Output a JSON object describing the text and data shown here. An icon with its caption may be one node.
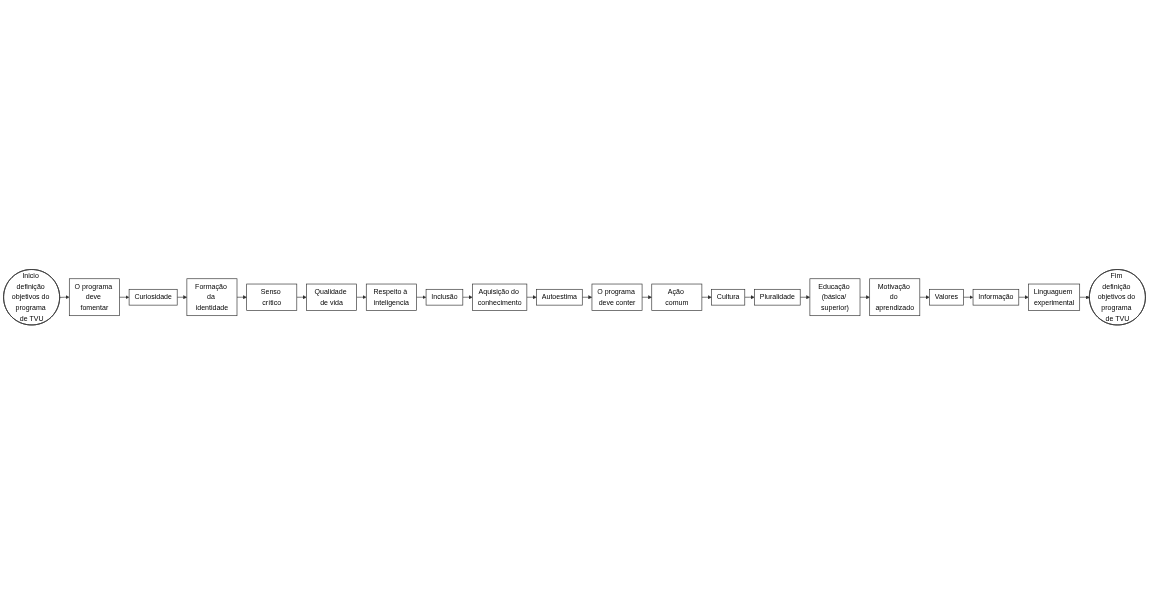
{
  "diagram": {
    "nodes": [
      {
        "text": [
          "Inicio definição objetivos do programa de TVU"
        ]
      },
      {
        "text": [
          "O programa deve fomentar"
        ]
      },
      {
        "text": [
          "Curiosidade"
        ]
      },
      {
        "text": [
          "Formação da identidade"
        ]
      },
      {
        "text": [
          "Senso crítico"
        ]
      },
      {
        "text": [
          "Qualidade de vida"
        ]
      },
      {
        "text": [
          "Respeito à inteligencia"
        ]
      },
      {
        "text": [
          "Inclusão"
        ]
      },
      {
        "text": [
          "Aquisição do conhecimento"
        ]
      },
      {
        "text": [
          "Autoestima"
        ]
      },
      {
        "text": [
          "O programa deve conter"
        ]
      },
      {
        "text": [
          "Ação comum"
        ]
      },
      {
        "text": [
          "Cultura"
        ]
      },
      {
        "text": [
          "Pluralidade"
        ]
      },
      {
        "text": [
          "Educação (básica/ superior)"
        ]
      },
      {
        "text": [
          "Motivação do aprendizado"
        ]
      },
      {
        "text": [
          "Valores"
        ]
      },
      {
        "text": [
          "Informação"
        ]
      },
      {
        "text": [
          "Linguaguem experimental"
        ]
      },
      {
        "text": [
          "Fim definição objetivos do programa de TVU"
        ]
      }
    ],
    "edges": [
      {
        "from": 0,
        "to": 1,
        "arrow": "to"
      },
      {
        "from": 1,
        "to": 2,
        "arrow": "to"
      },
      {
        "from": 2,
        "to": 3,
        "arrow": "to"
      },
      {
        "from": 3,
        "to": 4,
        "arrow": "to"
      },
      {
        "from": 4,
        "to": 5,
        "arrow": "to"
      },
      {
        "from": 5,
        "to": 6,
        "arrow": "to"
      },
      {
        "from": 6,
        "to": 7,
        "arrow": "to"
      },
      {
        "from": 7,
        "to": 8,
        "arrow": "to"
      },
      {
        "from": 8,
        "to": 9,
        "arrow": "to"
      },
      {
        "from": 9,
        "to": 10,
        "arrow": "to"
      },
      {
        "from": 10,
        "to": 11,
        "arrow": "to"
      },
      {
        "from": 11,
        "to": 12,
        "arrow": "to"
      },
      {
        "from": 12,
        "to": 13,
        "arrow": "to"
      },
      {
        "from": 13,
        "to": 14,
        "arrow": "to"
      },
      {
        "from": 14,
        "to": 15,
        "arrow": "to"
      },
      {
        "from": 15,
        "to": 16,
        "arrow": "to"
      },
      {
        "from": 16,
        "to": 17,
        "arrow": "to"
      },
      {
        "from": 17,
        "to": 18,
        "arrow": "to"
      },
      {
        "from": 18,
        "to": 19,
        "arrow": "to"
      }
    ]
  }
}
